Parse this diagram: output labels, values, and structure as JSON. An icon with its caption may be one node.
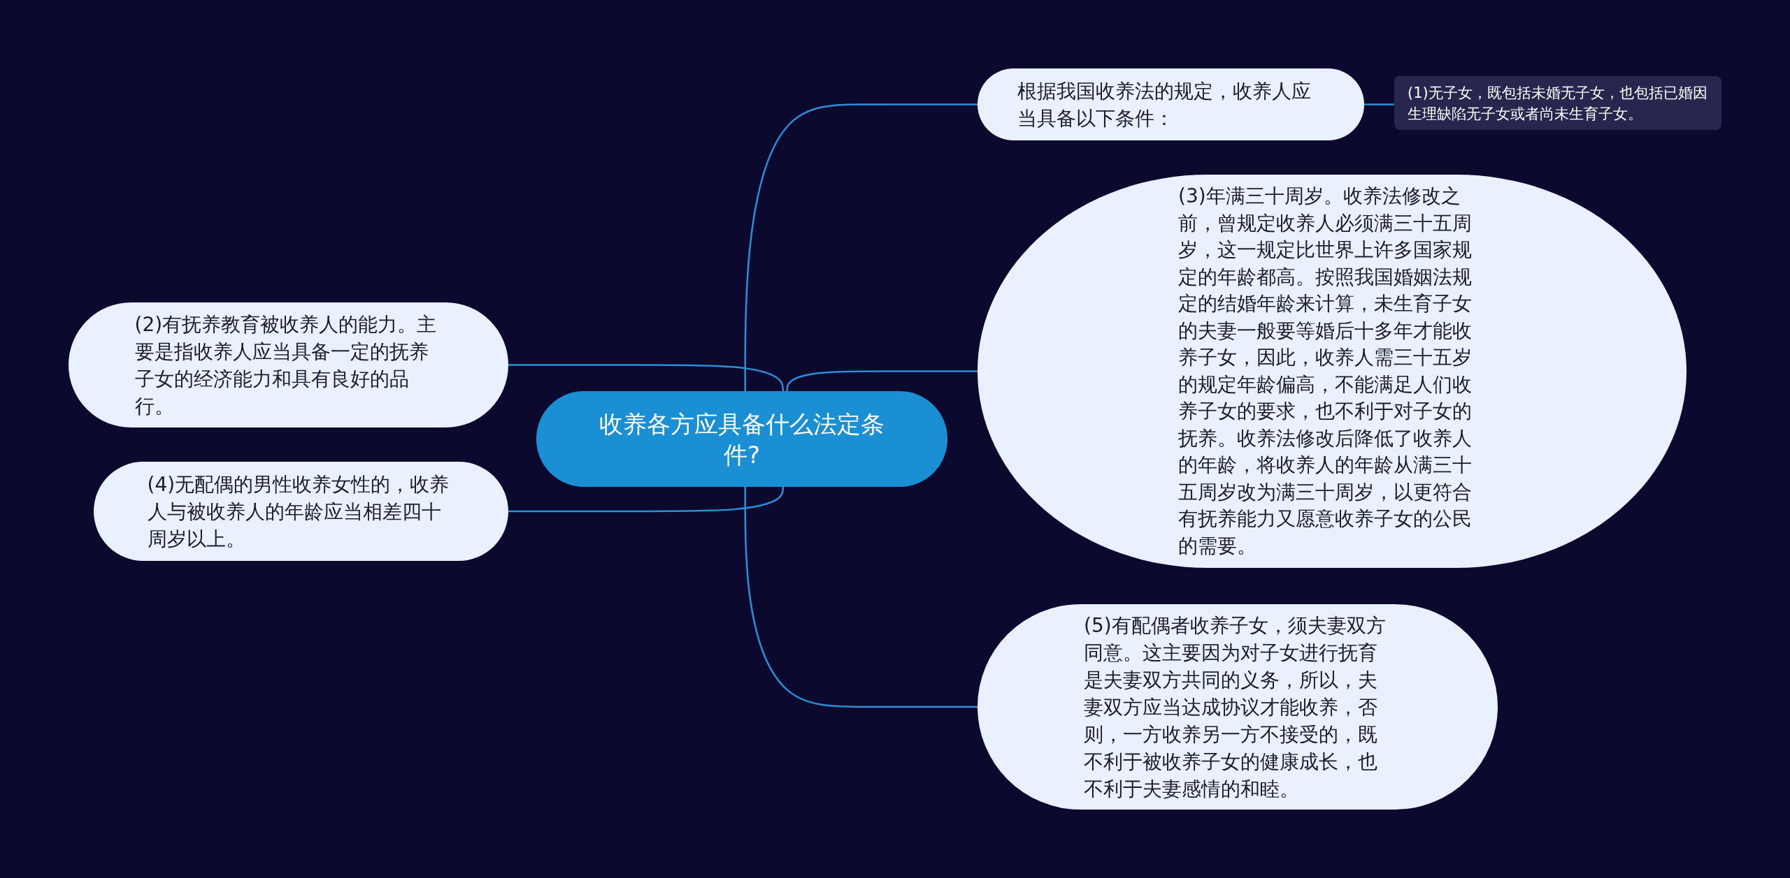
{
  "diagram": {
    "nodes": [
      {
        "text": [
          "收养各方应具备什么法定条件?"
        ]
      },
      {
        "text": [
          "根据我国收养法的规定，收养人应当具备以下条件："
        ]
      },
      {
        "text": [
          "(1)无子女，既包括未婚无子女，也包括已婚因生理缺陷无子女或者尚未生育子女。"
        ]
      },
      {
        "text": [
          "(3)年满三十周岁。收养法修改之前，曾规定收养人必须满三十五周岁，这一规定比世界上许多国家规定的年龄都高。按照我国婚姻法规定的结婚年龄来计算，未生育子女的夫妻一般要等婚后十多年才能收养子女，因此，收养人需三十五岁的规定年龄偏高，不能满足人们收养子女的要求，也不利于对子女的抚养。收养法修改后降低了收养人的年龄，将收养人的年龄从满三十五周岁改为满三十周岁，以更符合有抚养能力又愿意收养子女的公民的需要。"
        ]
      },
      {
        "text": [
          "(2)有抚养教育被收养人的能力。主要是指收养人应当具备一定的抚养子女的经济能力和具有良好的品行。"
        ]
      },
      {
        "text": [
          "(4)无配偶的男性收养女性的，收养人与被收养人的年龄应当相差四十周岁以上。"
        ]
      },
      {
        "text": [
          "(5)有配偶者收养子女，须夫妻双方同意。这主要因为对子女进行抚育是夫妻双方共同的义务，所以，夫妻双方应当达成协议才能收养，否则，一方收养另一方不接受的，既不利于被收养子女的健康成长，也不利于夫妻感情的和睦。"
        ]
      }
    ],
    "edges": [
      {
        "from": 0,
        "to": 1,
        "arrow": "none"
      },
      {
        "from": 1,
        "to": 2,
        "arrow": "none"
      },
      {
        "from": 0,
        "to": 3,
        "arrow": "none"
      },
      {
        "from": 0,
        "to": 6,
        "arrow": "none"
      },
      {
        "from": 0,
        "to": 4,
        "arrow": "none"
      },
      {
        "from": 0,
        "to": 5,
        "arrow": "none"
      }
    ]
  }
}
